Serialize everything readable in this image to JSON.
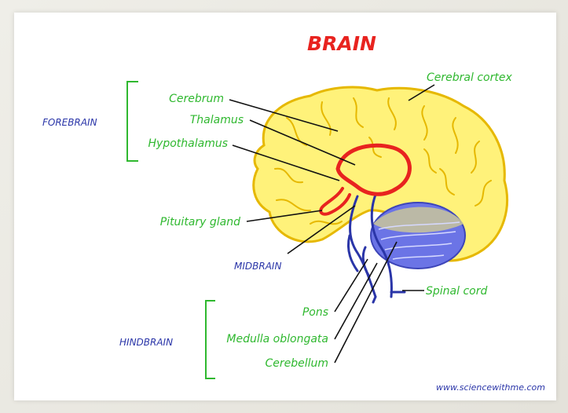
{
  "title": "BRAIN",
  "labels": {
    "cerebrum": "Cerebrum",
    "thalamus": "Thalamus",
    "hypothalamus": "Hypothalamus",
    "cerebral_cortex": "Cerebral cortex",
    "pituitary_gland": "Pituitary gland",
    "spinal_cord": "Spinal cord",
    "pons": "Pons",
    "medulla_oblongata": "Medulla oblongata",
    "cerebellum": "Cerebellum"
  },
  "groups": {
    "forebrain": "FOREBRAIN",
    "midbrain": "MIDBRAIN",
    "hindbrain": "HINDBRAIN"
  },
  "credit": "www.sciencewithme.com",
  "colors": {
    "title": "#e8231f",
    "label": "#2fb82f",
    "group": "#2a35a8",
    "brain_fill": "#fff27a",
    "brain_outline": "#e6b800",
    "cerebellum_fill": "#6b74e6",
    "thalamus": "#e8231f",
    "brainstem": "#2a35a8"
  }
}
